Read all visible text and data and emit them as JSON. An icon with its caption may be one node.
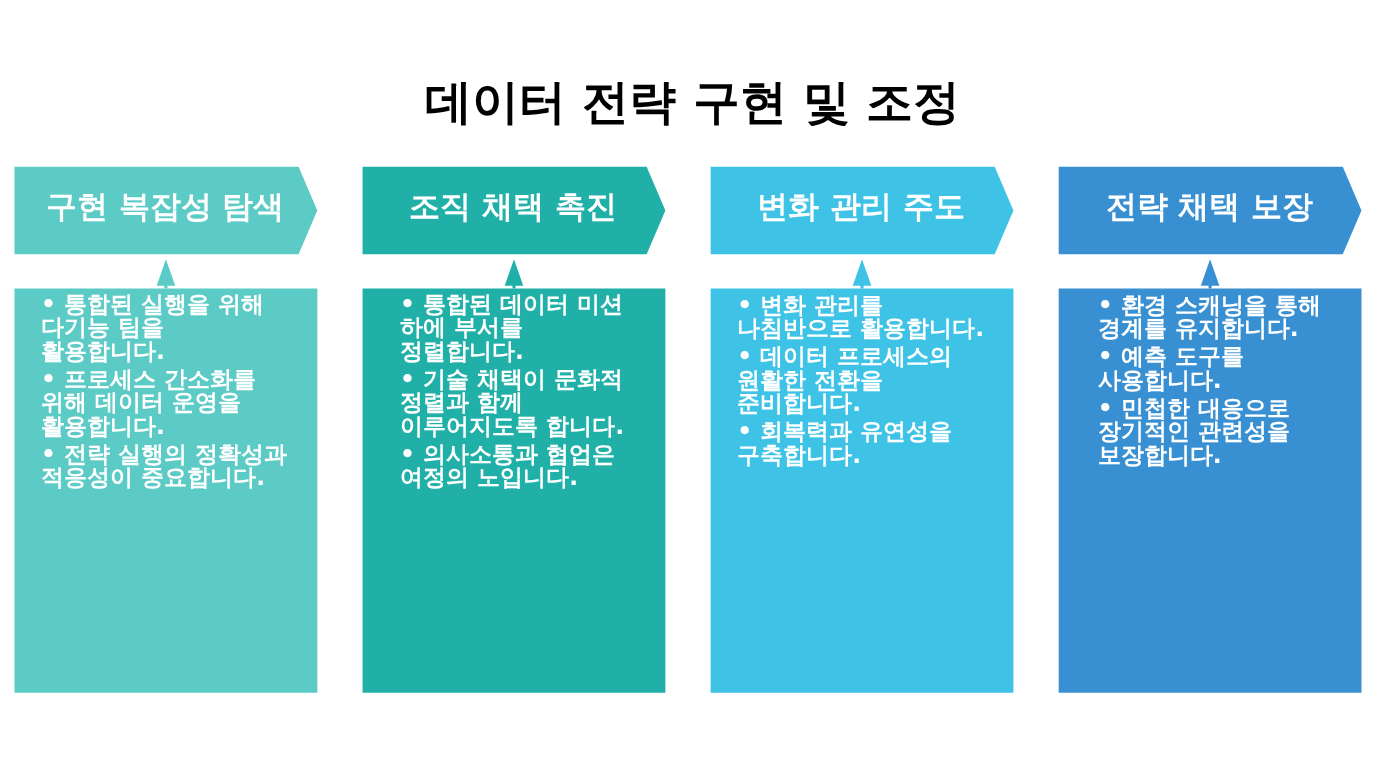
{
  "diagram": {
    "title": "데이터 전략 구현 및 조정",
    "nodes": [
      {
        "text": [
          "구현 복잡성 탐색"
        ]
      },
      {
        "text": [
          "조직 채택 촉진"
        ]
      },
      {
        "text": [
          "변화 관리 주도"
        ]
      },
      {
        "text": [
          "전략 채택 보장"
        ]
      },
      {
        "text": [
          "• 통합된 실행을 위해 다기능 팀을 활용합니다.",
          "• 프로세스 간소화를 위해 데이터 운영을 활용합니다.",
          "• 전략 실행의 정확성과 적응성이 중요합니다."
        ]
      },
      {
        "text": [
          "• 통합된 데이터 미션 하에 부서를 정렬합니다.",
          "• 기술 채택이 문화적 정렬과 함께 이루어지도록 합니다.",
          "• 의사소통과 협업은 여정의 노입니다."
        ]
      },
      {
        "text": [
          "• 변화 관리를 나침반으로 활용합니다.",
          "• 데이터 프로세스의 원활한 전환을 준비합니다.",
          "• 회복력과 유연성을 구축합니다."
        ]
      },
      {
        "text": [
          "• 환경 스캐닝을 통해 경계를 유지합니다.",
          "• 예측 도구를 사용합니다.",
          "• 민첩한 대응으로 장기적인 관련성을 보장합니다."
        ]
      }
    ],
    "edges": [
      {
        "from": 4,
        "to": 0,
        "arrow": "to",
        "color": "#5ccbc6"
      },
      {
        "from": 5,
        "to": 1,
        "arrow": "to",
        "color": "#20b0a8"
      },
      {
        "from": 6,
        "to": 2,
        "arrow": "to",
        "color": "#3ec3e6"
      },
      {
        "from": 7,
        "to": 3,
        "arrow": "to",
        "color": "#3890d2"
      }
    ]
  }
}
